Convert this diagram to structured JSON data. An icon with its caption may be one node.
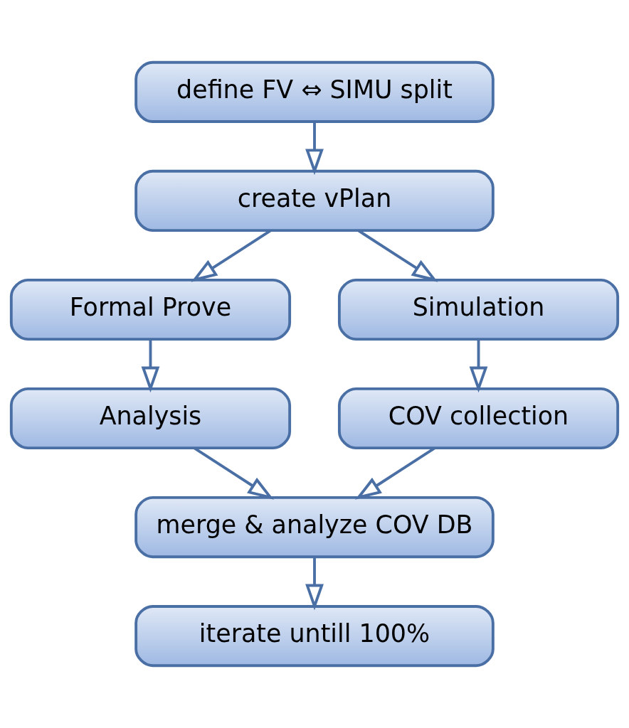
{
  "diagram": {
    "nodes": [
      {
        "text": [
          "define FV ⇔ SIMU split"
        ]
      },
      {
        "text": [
          "create vPlan"
        ]
      },
      {
        "text": [
          "Formal Prove"
        ]
      },
      {
        "text": [
          "Simulation"
        ]
      },
      {
        "text": [
          "Analysis"
        ]
      },
      {
        "text": [
          "COV collection"
        ]
      },
      {
        "text": [
          "merge & analyze COV DB"
        ]
      },
      {
        "text": [
          "iterate untill 100%"
        ]
      }
    ],
    "edges": [
      {
        "from": 0,
        "to": 1,
        "arrow": "to"
      },
      {
        "from": 1,
        "to": 2,
        "arrow": "to"
      },
      {
        "from": 1,
        "to": 3,
        "arrow": "to"
      },
      {
        "from": 2,
        "to": 4,
        "arrow": "to"
      },
      {
        "from": 3,
        "to": 5,
        "arrow": "to"
      },
      {
        "from": 4,
        "to": 6,
        "arrow": "to"
      },
      {
        "from": 5,
        "to": 6,
        "arrow": "to"
      },
      {
        "from": 6,
        "to": 7,
        "arrow": "to"
      }
    ]
  }
}
